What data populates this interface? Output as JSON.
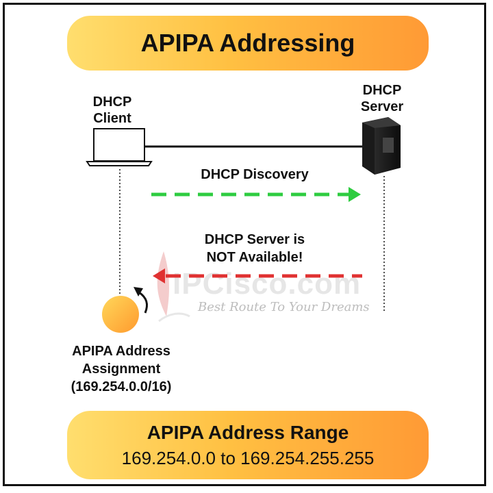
{
  "title": "APIPA Addressing",
  "client": {
    "line1": "DHCP",
    "line2": "Client"
  },
  "server": {
    "line1": "DHCP",
    "line2": "Server"
  },
  "discovery": {
    "label": "DHCP Discovery",
    "color": "#2ecc40"
  },
  "unavailable": {
    "line1": "DHCP Server is",
    "line2": "NOT Available!",
    "color": "#e03131"
  },
  "assignment": {
    "line1": "APIPA Address",
    "line2": "Assignment",
    "line3": "(169.254.0.0/16)"
  },
  "range": {
    "title": "APIPA Address Range",
    "value": "169.254.0.0 to 169.254.255.255"
  },
  "watermark": {
    "brand": "IPCisco.com",
    "slogan": "Best Route To Your Dreams"
  },
  "icons": [
    "laptop-icon",
    "server-icon",
    "curved-arrow-icon"
  ]
}
